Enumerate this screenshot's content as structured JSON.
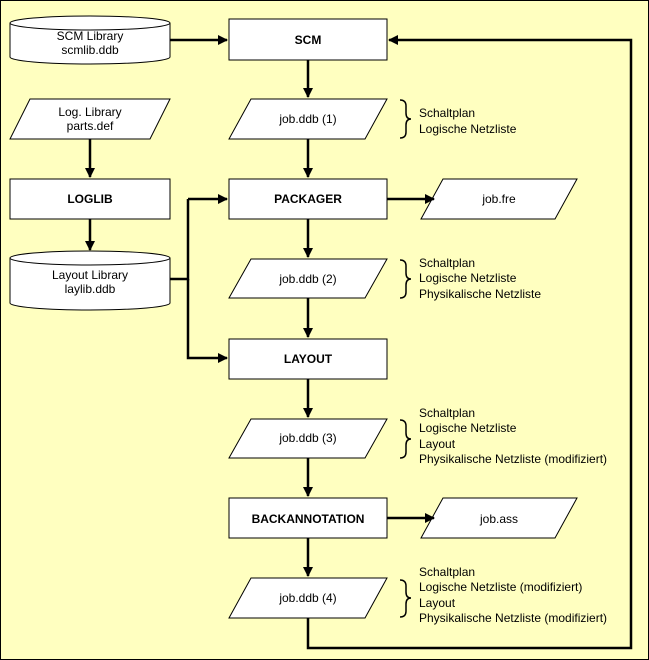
{
  "colors": {
    "background": "#ffffc0",
    "shape_fill": "#ffffff",
    "stroke": "#000000"
  },
  "databases": {
    "scm": {
      "line1": "SCM Library",
      "line2": "scmlib.ddb"
    },
    "layout": {
      "line1": "Layout Library",
      "line2": "laylib.ddb"
    }
  },
  "inputs": {
    "loglib": {
      "line1": "Log. Library",
      "line2": "parts.def"
    }
  },
  "processes": {
    "scm": "SCM",
    "loglib": "LOGLIB",
    "packager": "PACKAGER",
    "layout": "LAYOUT",
    "backannotation": "BACKANNOTATION"
  },
  "files": {
    "job1": "job.ddb (1)",
    "job2": "job.ddb (2)",
    "job3": "job.ddb (3)",
    "job4": "job.ddb (4)",
    "fre": "job.fre",
    "ass": "job.ass"
  },
  "notes": {
    "job1": [
      "Schaltplan",
      "Logische Netzliste"
    ],
    "job2": [
      "Schaltplan",
      "Logische Netzliste",
      "Physikalische Netzliste"
    ],
    "job3": [
      "Schaltplan",
      "Logische Netzliste",
      "Layout",
      "Physikalische Netzliste (modifiziert)"
    ],
    "job4": [
      "Schaltplan",
      "Logische Netzliste (modifiziert)",
      "Layout",
      "Physikalische Netzliste (modifiziert)"
    ]
  }
}
